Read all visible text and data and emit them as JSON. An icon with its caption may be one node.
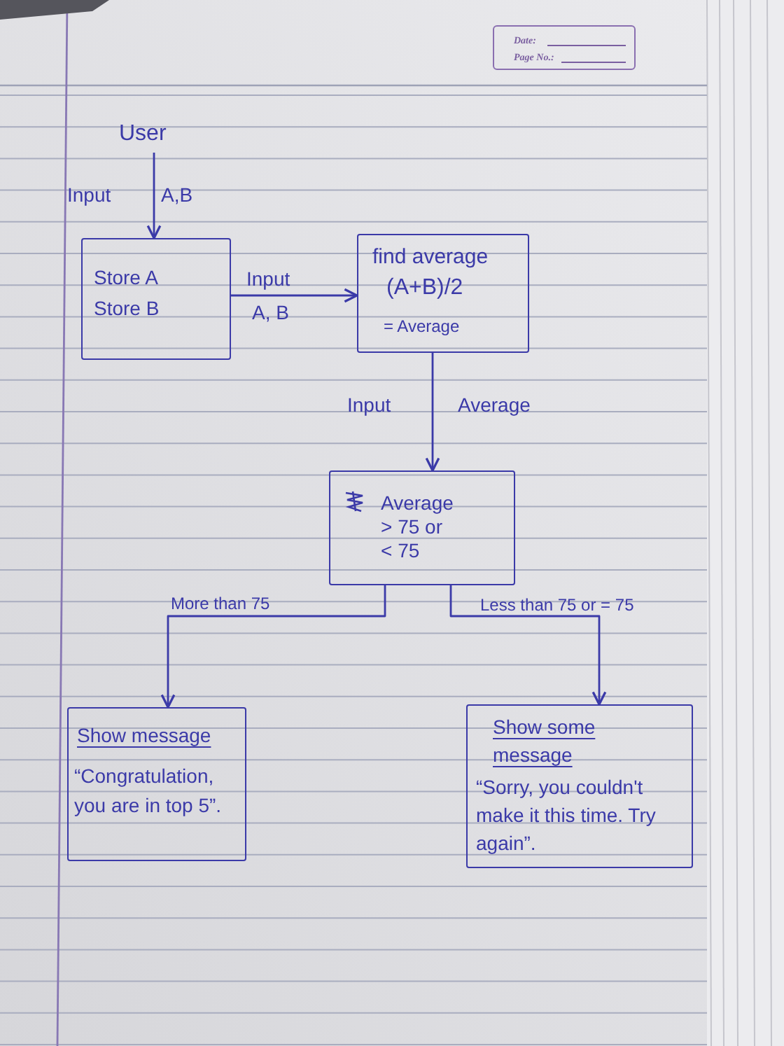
{
  "diagram": {
    "nodes": [
      {
        "text": [
          "User"
        ]
      },
      {
        "text": [
          "Store A",
          "Store B"
        ]
      },
      {
        "text": [
          "find average",
          "(A+B)/2",
          "= Average"
        ]
      },
      {
        "text": [
          "Average > 75 or < 75"
        ]
      },
      {
        "text": [
          "Show message",
          "“Congratulation, you are in top 5”."
        ]
      },
      {
        "text": [
          "Show some message",
          "“Sorry, you couldn't make it this time. Try again”."
        ]
      }
    ],
    "edges": [
      {
        "from": 0,
        "to": 1,
        "arrow": "to",
        "label": "Input A,B"
      },
      {
        "from": 1,
        "to": 2,
        "arrow": "to",
        "label": "Input A, B"
      },
      {
        "from": 2,
        "to": 3,
        "arrow": "to",
        "label": "Input Average"
      },
      {
        "from": 3,
        "to": 4,
        "arrow": "to",
        "label": "More than 75"
      },
      {
        "from": 3,
        "to": 5,
        "arrow": "to",
        "label": "Less than 75 or = 75"
      }
    ],
    "labels": [
      "Date:",
      "Page No.:"
    ]
  }
}
